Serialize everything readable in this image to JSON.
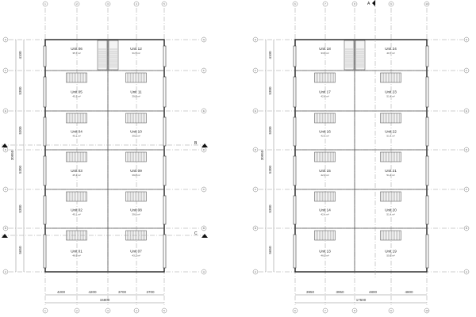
{
  "plans": [
    {
      "columns": [
        "1",
        "2",
        "3",
        "4",
        "5"
      ],
      "rows": [
        "G",
        "F",
        "E",
        "D",
        "C",
        "B",
        "A"
      ],
      "column_dims": [
        "4200",
        "4200",
        "3700",
        "3700"
      ],
      "total_width": "15800",
      "row_dims": [
        "4100",
        "5300",
        "5300",
        "5300",
        "5300",
        "5650"
      ],
      "total_height": "30950",
      "units": [
        {
          "left": {
            "name": "Unit 06",
            "area": "35,7 m²"
          },
          "right": {
            "name": "Unit 12",
            "area": "31,5 m²"
          }
        },
        {
          "left": {
            "name": "Unit 05",
            "area": "45,1 m²"
          },
          "right": {
            "name": "Unit 11",
            "area": "39,8 m²"
          }
        },
        {
          "left": {
            "name": "Unit 04",
            "area": "45,1 m²"
          },
          "right": {
            "name": "Unit 10",
            "area": "39,8 m²"
          }
        },
        {
          "left": {
            "name": "Unit 03",
            "area": "45,1 m²"
          },
          "right": {
            "name": "Unit 09",
            "area": "39,8 m²"
          }
        },
        {
          "left": {
            "name": "Unit 02",
            "area": "45,1 m²"
          },
          "right": {
            "name": "Unit 08",
            "area": "39,8 m²"
          }
        },
        {
          "left": {
            "name": "Unit 01",
            "area": "48,9 m²"
          },
          "right": {
            "name": "Unit 07",
            "area": "43,1 m²"
          }
        }
      ]
    },
    {
      "columns": [
        "6",
        "7",
        "8",
        "9",
        "10"
      ],
      "rows": [
        "G",
        "F",
        "E",
        "D",
        "C",
        "B",
        "A"
      ],
      "column_dims": [
        "3950",
        "3950",
        "4800",
        "4800"
      ],
      "total_width": "17500",
      "row_dims": [
        "4100",
        "5300",
        "5300",
        "5300",
        "5300",
        "5650"
      ],
      "total_height": "30950",
      "units": [
        {
          "left": {
            "name": "Unit 18",
            "area": "33,6 m²"
          },
          "right": {
            "name": "Unit 24",
            "area": "40,7 m²"
          }
        },
        {
          "left": {
            "name": "Unit 17",
            "area": "42,4 m²"
          },
          "right": {
            "name": "Unit 23",
            "area": "51,4 m²"
          }
        },
        {
          "left": {
            "name": "Unit 16",
            "area": "42,4 m²"
          },
          "right": {
            "name": "Unit 22",
            "area": "51,4 m²"
          }
        },
        {
          "left": {
            "name": "Unit 15",
            "area": "42,4 m²"
          },
          "right": {
            "name": "Unit 21",
            "area": "51,4 m²"
          }
        },
        {
          "left": {
            "name": "Unit 14",
            "area": "42,4 m²"
          },
          "right": {
            "name": "Unit 20",
            "area": "51,4 m²"
          }
        },
        {
          "left": {
            "name": "Unit 13",
            "area": "46,0 m²"
          },
          "right": {
            "name": "Unit 19",
            "area": "55,6 m²"
          }
        }
      ]
    }
  ],
  "section_markers": {
    "a": "A",
    "b": "B",
    "c": "C"
  },
  "colors": {
    "wall": "#222222",
    "grid": "#9a9a9a",
    "stair": "#f4f4f4"
  }
}
